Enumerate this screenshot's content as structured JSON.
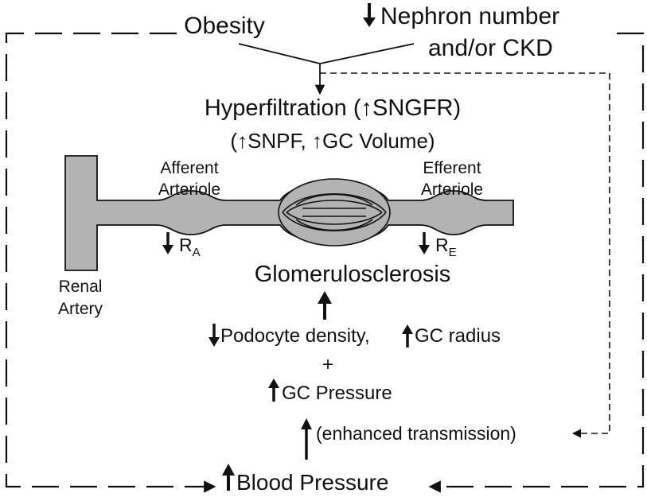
{
  "labels": {
    "obesity": "Obesity",
    "nephron_number": "Nephron number",
    "and_or_ckd": "and/or CKD",
    "hyperfiltration": "Hyperfiltration (↑SNGFR)",
    "hyperfiltration_sub": "(↑SNPF, ↑GC Volume)",
    "afferent_1": "Afferent",
    "afferent_2": "Arteriole",
    "efferent_1": "Efferent",
    "efferent_2": "Arteriole",
    "ra": "R",
    "ra_sub": "A",
    "re": "R",
    "re_sub": "E",
    "renal_1": "Renal",
    "renal_2": "Artery",
    "glomerulosclerosis": "Glomerulosclerosis",
    "podocyte": "Podocyte density,",
    "gc_radius": "GC radius",
    "plus": "+",
    "gc_pressure": "GC Pressure",
    "enhanced": "(enhanced transmission)",
    "blood_pressure": "Blood Pressure"
  },
  "colors": {
    "vessel_fill": "#b3b3b3",
    "line": "#111111",
    "background": "#ffffff"
  }
}
